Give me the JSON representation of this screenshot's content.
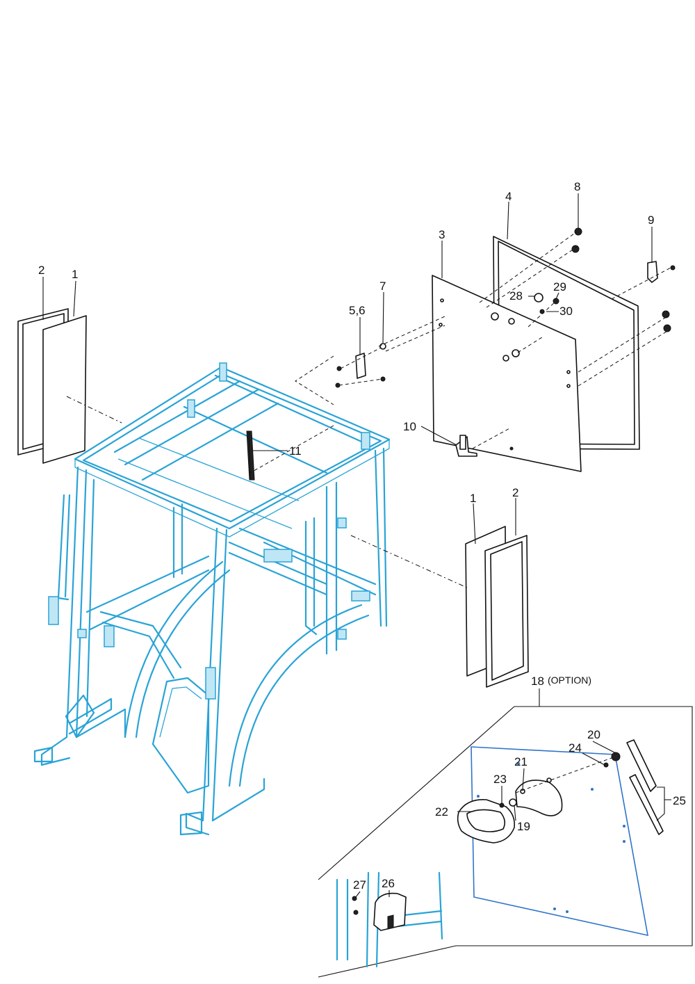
{
  "labels": {
    "l1a": "1",
    "l2a": "2",
    "l1b": "1",
    "l2b": "2",
    "l3": "3",
    "l4": "4",
    "l56": "5,6",
    "l7": "7",
    "l8": "8",
    "l9": "9",
    "l10": "10",
    "l11": "11",
    "l18": "18",
    "l18opt": "(OPTION)",
    "l19": "19",
    "l20": "20",
    "l21": "21",
    "l22": "22",
    "l23": "23",
    "l24": "24",
    "l25": "25",
    "l26": "26",
    "l27": "27",
    "l28": "28",
    "l29": "29",
    "l30": "30"
  },
  "colors": {
    "cab_line": "#29a3d6",
    "part_line": "#111111",
    "option_panel_line": "#2f74c9"
  }
}
